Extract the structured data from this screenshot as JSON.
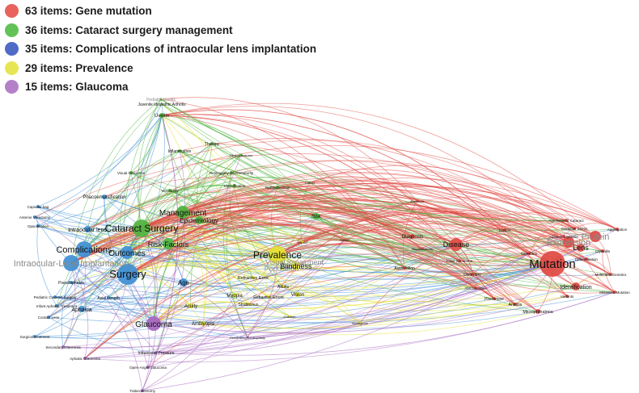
{
  "legend": [
    {
      "text": "63 items: Gene mutation",
      "color": "#e8635c"
    },
    {
      "text": "36 items: Cataract surgery management",
      "color": "#62c257"
    },
    {
      "text": "35 items: Complications of intraocular lens implantation",
      "color": "#4f6bc6"
    },
    {
      "text": "29 items: Prevalence",
      "color": "#e6e655"
    },
    {
      "text": "15 items: Glaucoma",
      "color": "#b480c8"
    }
  ],
  "clusters": {
    "red": "#e04a43",
    "green": "#4fb43f",
    "blue": "#3f8fd4",
    "yellow": "#e3e02c",
    "purple": "#a567c0"
  },
  "nodes": [
    {
      "label": "Surgery",
      "cluster": "blue"
    },
    {
      "label": "Cataract Surgery",
      "cluster": "green"
    },
    {
      "label": "Outcomes",
      "cluster": "blue"
    },
    {
      "label": "Complications",
      "cluster": "blue"
    },
    {
      "label": "Intraocular-Lens Implantation",
      "cluster": "blue"
    },
    {
      "label": "Risk-Factors",
      "cluster": "green"
    },
    {
      "label": "Management",
      "cluster": "green"
    },
    {
      "label": "Epidemiology",
      "cluster": "green"
    },
    {
      "label": "Uveitis",
      "cluster": "green"
    },
    {
      "label": "Pediatric Uveitis",
      "cluster": "green"
    },
    {
      "label": "Juvenile Idiopathic Arthritis",
      "cluster": "green"
    },
    {
      "label": "Therapy",
      "cluster": "green"
    },
    {
      "label": "Inflammation",
      "cluster": "green"
    },
    {
      "label": "Clinical-features",
      "cluster": "green"
    },
    {
      "label": "Retinopathy Of Prematurity",
      "cluster": "green"
    },
    {
      "label": "Visual Outcomes",
      "cluster": "green"
    },
    {
      "label": "Classification",
      "cluster": "green"
    },
    {
      "label": "Vitrectomy",
      "cluster": "green"
    },
    {
      "label": "Ophthalmology",
      "cluster": "green"
    },
    {
      "label": "Cohort",
      "cluster": "green"
    },
    {
      "label": "Phacoemulsification",
      "cluster": "blue"
    },
    {
      "label": "Intraocular lens",
      "cluster": "blue"
    },
    {
      "label": "Capsular bag",
      "cluster": "blue"
    },
    {
      "label": "Anterior Vitrectomy",
      "cluster": "blue"
    },
    {
      "label": "Opacification",
      "cluster": "blue"
    },
    {
      "label": "Aphakia",
      "cluster": "blue"
    },
    {
      "label": "Axial Length",
      "cluster": "blue"
    },
    {
      "label": "Pseudophakia",
      "cluster": "blue"
    },
    {
      "label": "Infant Aphakia Treatment",
      "cluster": "blue"
    },
    {
      "label": "Pediatric Cataract Surgery",
      "cluster": "blue"
    },
    {
      "label": "Contact Lens",
      "cluster": "blue"
    },
    {
      "label": "Surgical-treatment",
      "cluster": "blue"
    },
    {
      "label": "Age",
      "cluster": "blue"
    },
    {
      "label": "Risk",
      "cluster": "green"
    },
    {
      "label": "Prevalence",
      "cluster": "yellow"
    },
    {
      "label": "Visual Impairment",
      "cluster": "yellow"
    },
    {
      "label": "Population",
      "cluster": "yellow"
    },
    {
      "label": "Blindness",
      "cluster": "yellow"
    },
    {
      "label": "Refractive Error",
      "cluster": "yellow"
    },
    {
      "label": "Myopia",
      "cluster": "yellow"
    },
    {
      "label": "Strabismus",
      "cluster": "yellow"
    },
    {
      "label": "Refractive Errors",
      "cluster": "yellow"
    },
    {
      "label": "Adults",
      "cluster": "yellow"
    },
    {
      "label": "Vision",
      "cluster": "yellow"
    },
    {
      "label": "Acuity",
      "cluster": "yellow"
    },
    {
      "label": "Amblyopia",
      "cluster": "yellow"
    },
    {
      "label": "Children",
      "cluster": "yellow"
    },
    {
      "label": "Impact",
      "cluster": "yellow"
    },
    {
      "label": "Nystagmus",
      "cluster": "yellow"
    },
    {
      "label": "Glaucoma",
      "cluster": "purple"
    },
    {
      "label": "Intraocular Pressure",
      "cluster": "purple"
    },
    {
      "label": "Open-Angle Glaucoma",
      "cluster": "purple"
    },
    {
      "label": "Trabeculectomy",
      "cluster": "purple"
    },
    {
      "label": "Aphakic Glaucoma",
      "cluster": "purple"
    },
    {
      "label": "Secondary Glaucoma",
      "cluster": "purple"
    },
    {
      "label": "Penetrating Keratoplasty",
      "cluster": "purple"
    },
    {
      "label": "Mutation",
      "cluster": "red"
    },
    {
      "label": "Expression",
      "cluster": "red"
    },
    {
      "label": "Protein",
      "cluster": "red"
    },
    {
      "label": "Lens",
      "cluster": "red"
    },
    {
      "label": "Disease",
      "cluster": "red"
    },
    {
      "label": "Diagnosis",
      "cluster": "red"
    },
    {
      "label": "Identification",
      "cluster": "red"
    },
    {
      "label": "Microphthalmia",
      "cluster": "red"
    },
    {
      "label": "Aniridia",
      "cluster": "red"
    },
    {
      "label": "Association",
      "cluster": "red"
    },
    {
      "label": "Disorders",
      "cluster": "red"
    },
    {
      "label": "Genetics",
      "cluster": "red"
    },
    {
      "label": "Phenotype",
      "cluster": "red"
    },
    {
      "label": "Abnormalities",
      "cluster": "red"
    },
    {
      "label": "Age-Related Cataract",
      "cluster": "red"
    },
    {
      "label": "Oxidative Stress",
      "cluster": "red"
    },
    {
      "label": "Alpha-A-Crystallin",
      "cluster": "red"
    },
    {
      "label": "Crystallin",
      "cluster": "red"
    },
    {
      "label": "Aggregation",
      "cluster": "red"
    },
    {
      "label": "Molecular-Genetics",
      "cluster": "red"
    },
    {
      "label": "Missense Mutation",
      "cluster": "red"
    },
    {
      "label": "Lowe Syndrome",
      "cluster": "red"
    },
    {
      "label": "Cancer",
      "cluster": "red"
    },
    {
      "label": "Variants",
      "cluster": "red"
    },
    {
      "label": "Differentiation",
      "cluster": "red"
    },
    {
      "label": "Exposure",
      "cluster": "red"
    },
    {
      "label": "Health",
      "cluster": "red"
    },
    {
      "label": "Manifestations",
      "cluster": "red"
    }
  ]
}
